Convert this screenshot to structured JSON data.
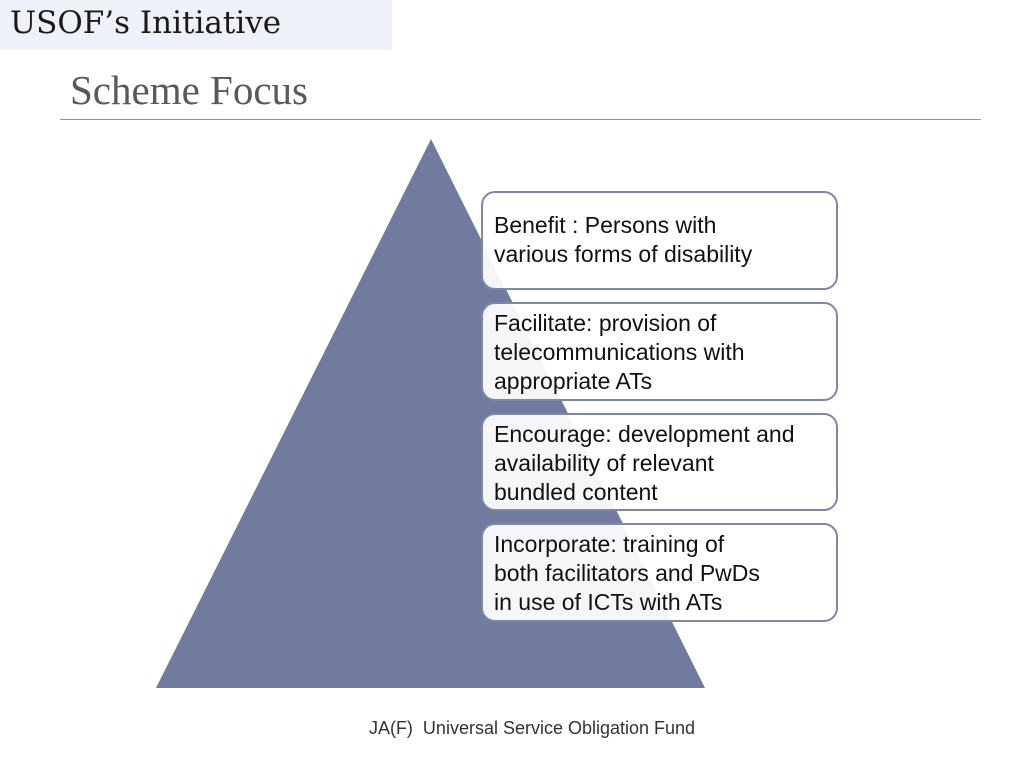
{
  "header": {
    "initiative_label": "USOF’s Initiative"
  },
  "slide": {
    "title": "Scheme Focus"
  },
  "pyramid": {
    "fill_color": "#717b9f",
    "items": [
      {
        "text": "Benefit : Persons with\nvarious forms of disability"
      },
      {
        "text": "Facilitate: provision of\ntelecommunications with\nappropriate  ATs"
      },
      {
        "text": "Encourage: development and\navailability of relevant\nbundled content"
      },
      {
        "text": "Incorporate:  training of\nboth facilitators and PwDs\nin use of ICTs with ATs"
      }
    ]
  },
  "footer": {
    "text": "JA(F)  Universal Service Obligation Fund"
  }
}
